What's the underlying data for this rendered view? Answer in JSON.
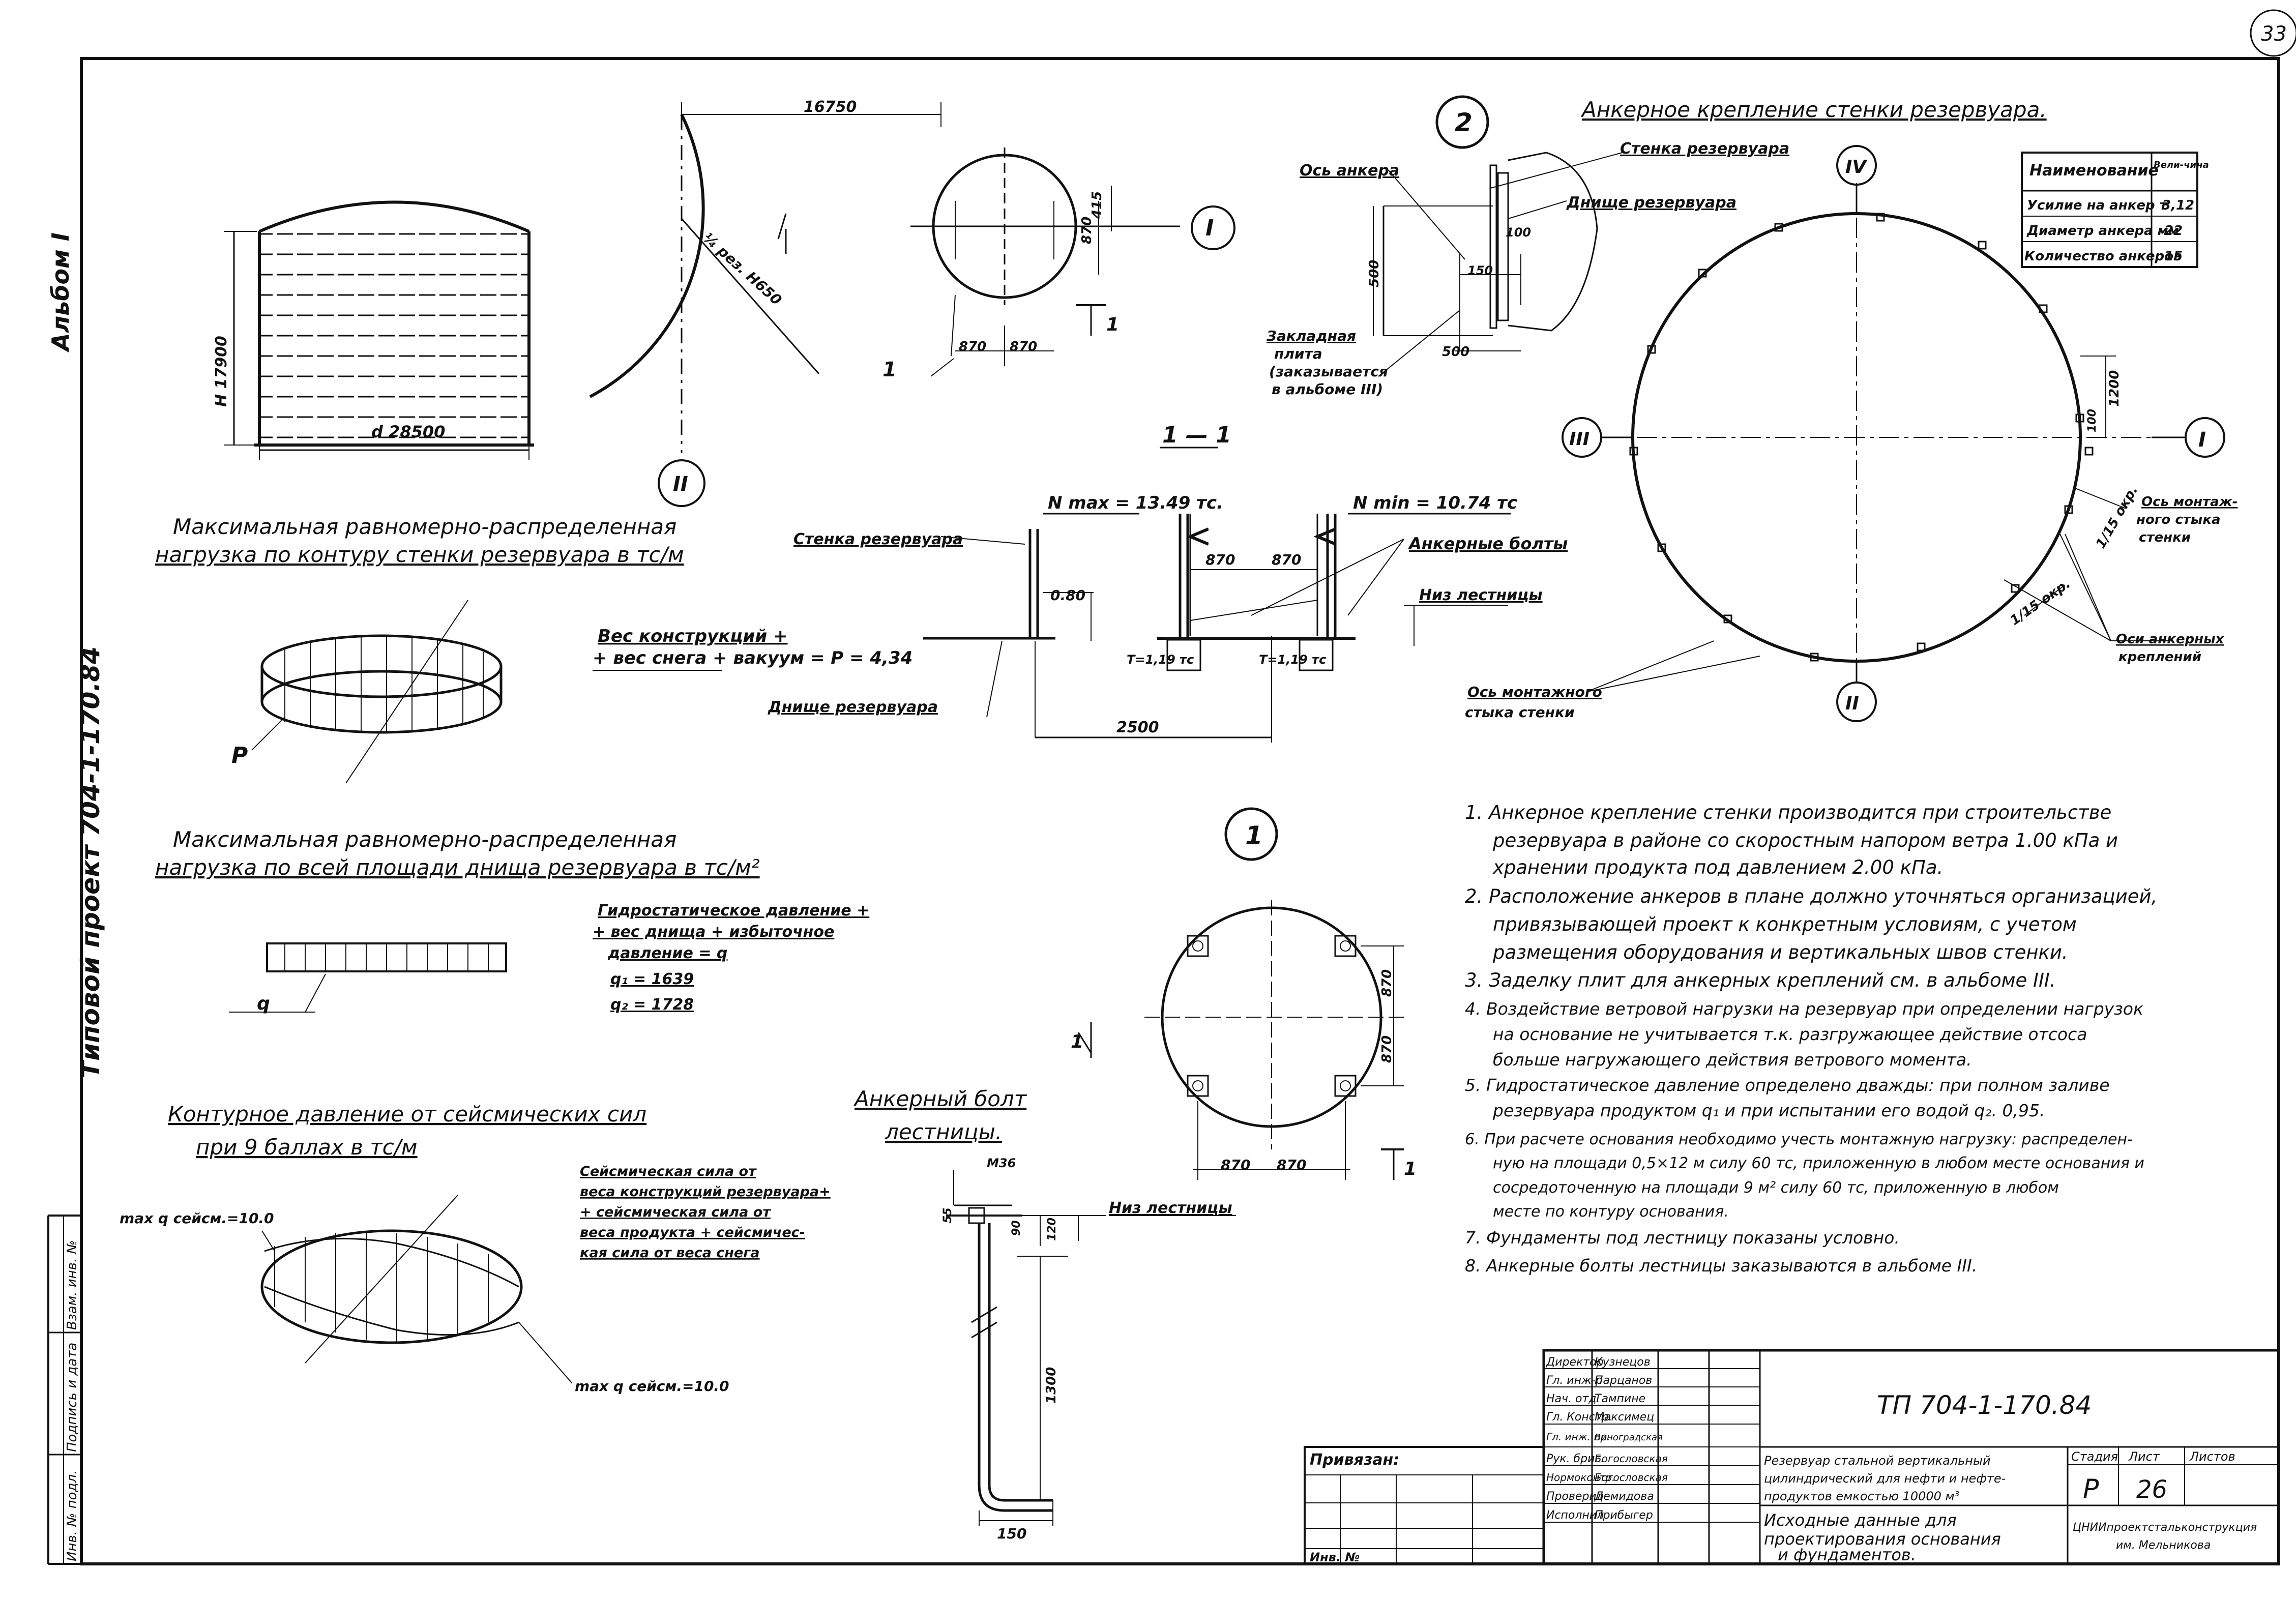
{
  "margin_left": {
    "album": "Альбом I",
    "project": "Типовой проект 704-1-170.84",
    "stamp_cells": [
      "Инв. № подл.",
      "Подпись и дата",
      "Взам. инв. №"
    ]
  },
  "top_left": {
    "tank_height": "H 17900",
    "tank_diameter": "d 28500",
    "radius_label": "¼ рез. H650",
    "top_dim": "16750",
    "section_II": "II",
    "section_I": "I",
    "marker_1": "1",
    "dim_415": "415",
    "dim_870a": "870",
    "dim_870b": "870",
    "dim_870c": "870",
    "section_mark": "1",
    "section_title": "1 — 1"
  },
  "load_contour": {
    "title_line1": "Максимальная равномерно-распределенная",
    "title_line2": "нагрузка по контуру стенки резервуара в тс/м",
    "formula_line1": "Вес конструкций +",
    "formula_line2": "+ вес снега + вакуум = P = 4,34",
    "p_label": "P"
  },
  "load_bottom": {
    "title_line1": "Максимальная равномерно-распределенная",
    "title_line2": "нагрузка по всей площади днища резервуара в тс/м²",
    "f1": "Гидростатическое давление +",
    "f2": "+ вес днища + избыточное",
    "f3": "давление = q",
    "f4": "q₁ = 1639",
    "f5": "q₂ = 1728",
    "q_label": "q"
  },
  "seismic": {
    "title_line1": "Контурное давление от сейсмических сил",
    "title_line2": "при 9 баллах в тс/м",
    "d1": "Сейсмическая сила от",
    "d2": "веса конструкций резервуара+",
    "d3": "+ сейсмическая сила от",
    "d4": "веса продукта + сейсмичес-",
    "d5": "кая сила от веса снега",
    "max_top": "max q сейсм.=10.0",
    "max_bottom": "max q сейсм.=10.0"
  },
  "section_1_1": {
    "nmax": "N max = 13.49 тс.",
    "nmin": "N min = 10.74 тс",
    "wall": "Стенка резервуара",
    "anchor_bolts": "Анкерные болты",
    "stair_bottom": "Низ лестницы",
    "bottom": "Днище резервуара",
    "dim_800": "0.80",
    "dim_870a": "870",
    "dim_870b": "870",
    "dim_2500": "2500",
    "t1": "T=1,19 тс",
    "t2": "T=1,19 тс"
  },
  "detail2": {
    "number": "2",
    "title": "Анкерное крепление стенки резервуара.",
    "wall": "Стенка резервуара",
    "axis": "Ось анкера",
    "bottom": "Днище резервуара",
    "dim_100": "100",
    "dim_150": "150",
    "dim_500v": "500",
    "dim_500h": "500",
    "embed1": "Закладная",
    "embed2": "плита",
    "embed3": "(заказывается",
    "embed4": "в альбоме III)"
  },
  "plan": {
    "IV": "IV",
    "III": "III",
    "I": "I",
    "II": "II",
    "dim_1200": "1200",
    "dim_100": "100",
    "arc1": "1/15 окр.",
    "arc2": "1/15 окр.",
    "seam_axis1": "Ось монтаж-",
    "seam_axis2": "ного стыка",
    "seam_axis3": "стенки",
    "anchor_axes1": "Оси анкерных",
    "anchor_axes2": "креплений",
    "seam_left1": "Ось монтажного",
    "seam_left2": "стыка стенки"
  },
  "spec_table": {
    "header_name": "Наименование",
    "header_value": "Вели-чина",
    "rows": [
      {
        "name": "Усилие на анкер т",
        "value": "3,12"
      },
      {
        "name": "Диаметр анкера мм",
        "value": "22"
      },
      {
        "name": "Количество анкеров",
        "value": "15"
      }
    ]
  },
  "detail1": {
    "number": "1",
    "dim_870a": "870",
    "dim_870b": "870",
    "dim_870c": "870",
    "dim_870d": "870",
    "mark_left": "1",
    "mark_right": "1"
  },
  "stair_bolt": {
    "title1": "Анкерный болт",
    "title2": "лестницы.",
    "m36": "M36",
    "dim_55": "55",
    "dim_90": "90",
    "dim_120": "120",
    "dim_1300": "1300",
    "dim_150": "150",
    "stair_bottom": "Низ лестницы"
  },
  "notes": [
    "1. Анкерное крепление стенки производится при строительстве",
    "резервуара в районе со скоростным напором ветра 1.00 кПа и",
    "хранении продукта под давлением 2.00 кПа.",
    "2. Расположение анкеров в плане должно уточняться организацией,",
    "привязывающей проект к конкретным условиям, с учетом",
    "размещения оборудования и вертикальных швов стенки.",
    "3. Заделку плит для анкерных креплений см. в альбоме III.",
    "4. Воздействие ветровой нагрузки на резервуар при определении нагрузок",
    "на основание не учитывается т.к. разгружающее действие отсоса",
    "больше нагружающего действия ветрового момента.",
    "5. Гидростатическое давление определено дважды: при полном заливе",
    "резервуара продуктом q₁ и при испытании его водой q₂. 0,95.",
    "6. При расчете основания необходимо учесть монтажную нагрузку: распределен-",
    "ную на площади 0,5×12 м силу 60 тс, приложенную в любом месте основания и",
    "сосредоточенную на площади 9 м² силу 60 тс, приложенную в любом",
    "месте по контуру основания.",
    "7. Фундаменты под лестницу показаны условно.",
    "8. Анкерные болты лестницы заказываются в альбоме III."
  ],
  "title_block": {
    "people": [
      {
        "role": "Директор",
        "name": "Кузнецов"
      },
      {
        "role": "Гл. инж-р",
        "name": "Парцанов"
      },
      {
        "role": "Нач. отд.",
        "name": "Тампине"
      },
      {
        "role": "Гл. Констр.",
        "name": "Максимец"
      },
      {
        "role": "Гл. инж. пр.",
        "name": "Виноградская"
      },
      {
        "role": "Рук. бриг.",
        "name": "Богословская"
      },
      {
        "role": "Нормоконтр.",
        "name": "Богословская"
      },
      {
        "role": "Проверил",
        "name": "Демидова"
      },
      {
        "role": "Исполнил",
        "name": "Прибыгер"
      }
    ],
    "tp_number": "ТП 704-1-170.84",
    "desc1": "Резервуар стальной вертикальный",
    "desc2": "цилиндрический для нефти и нефте-",
    "desc3": "продуктов емкостью 10000 м³",
    "stage_h": "Стадия",
    "sheet_h": "Лист",
    "sheets_h": "Листов",
    "stage": "Р",
    "sheet": "26",
    "sheet_title1": "Исходные данные для",
    "sheet_title2": "проектирования основания",
    "sheet_title3": "и фундаментов.",
    "org1": "ЦНИИпроектстальконструкция",
    "org2": "им. Мельникова",
    "bound": "Привязан:",
    "inv": "Инв. №"
  },
  "corner": "33"
}
